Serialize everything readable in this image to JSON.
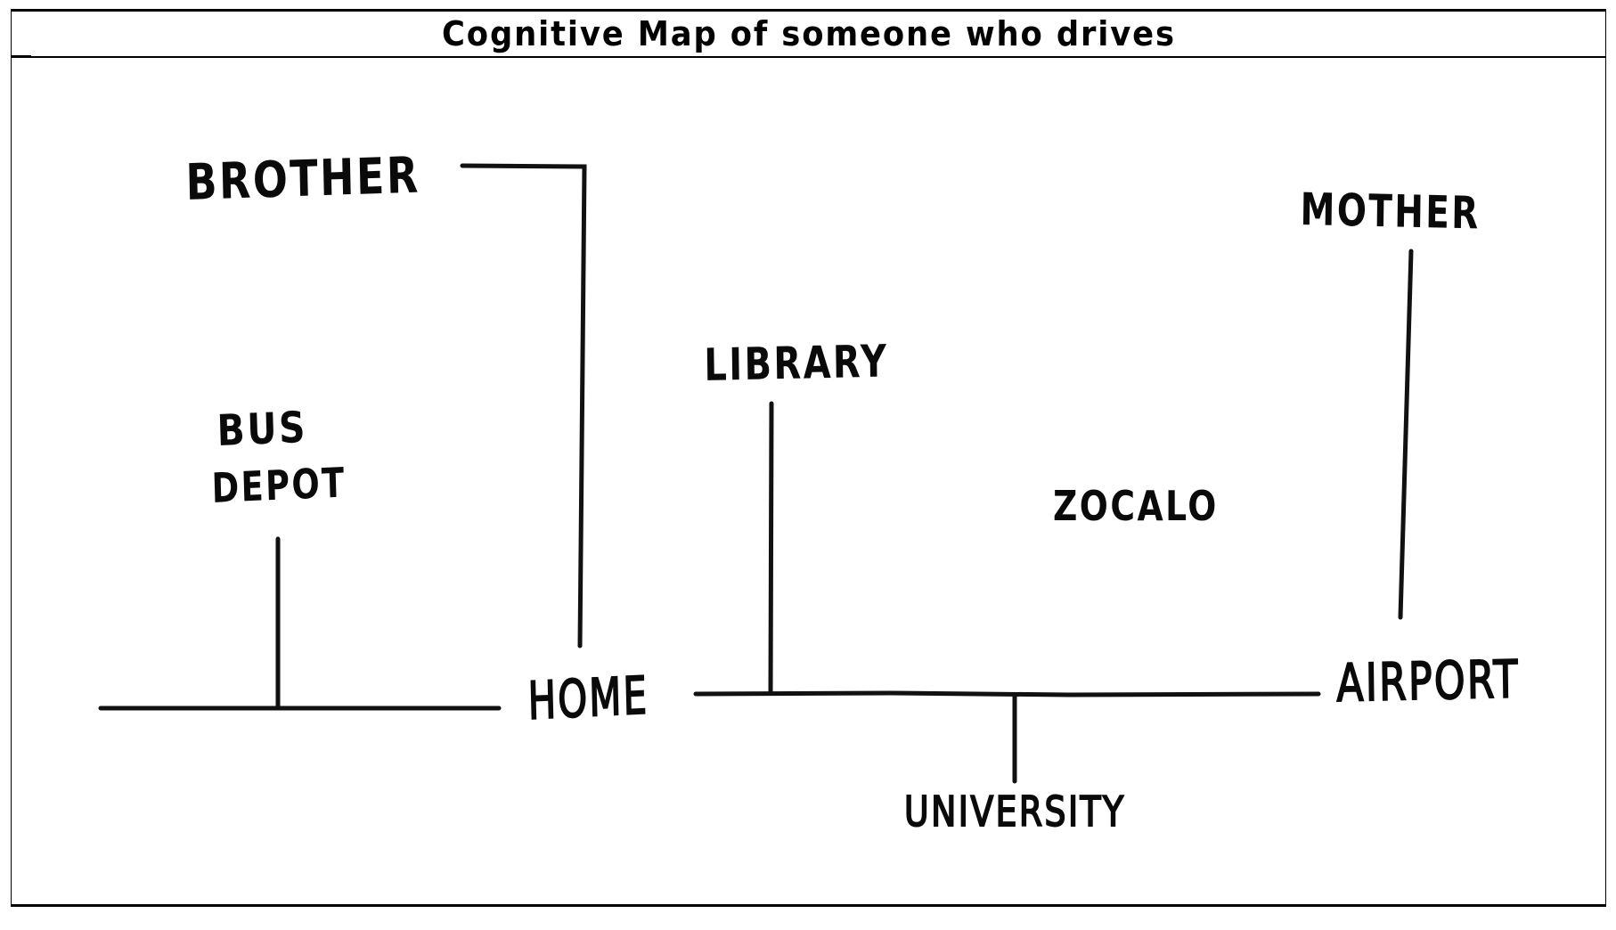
{
  "title": "Cognitive Map of someone who drives",
  "colors": {
    "ink": "#111111",
    "background": "#ffffff",
    "border": "#000000"
  },
  "places": {
    "brother": "BROTHER",
    "mother": "MOTHER",
    "library": "LIBRARY",
    "bus_depot_line1": "BUS",
    "bus_depot_line2": "DEPOT",
    "zocalo": "ZOCALO",
    "home": "HOME",
    "airport": "AIRPORT",
    "university": "UNIVERSITY"
  },
  "roads": [
    {
      "name": "home-west-road",
      "from": "west edge",
      "to": "HOME"
    },
    {
      "name": "bus-depot-spur",
      "from": "home-west-road",
      "to": "BUS DEPOT"
    },
    {
      "name": "brother-road",
      "from": "HOME",
      "to": "BROTHER"
    },
    {
      "name": "home-airport-road",
      "from": "HOME",
      "to": "AIRPORT"
    },
    {
      "name": "library-spur",
      "from": "home-airport-road",
      "to": "LIBRARY"
    },
    {
      "name": "university-spur",
      "from": "home-airport-road",
      "to": "UNIVERSITY"
    },
    {
      "name": "mother-road",
      "from": "AIRPORT",
      "to": "MOTHER"
    }
  ]
}
